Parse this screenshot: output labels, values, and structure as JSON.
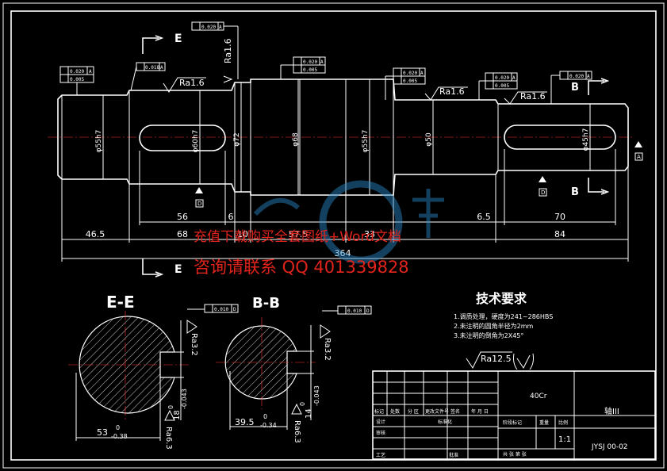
{
  "drawing": {
    "section_E_label": "E",
    "section_B_label": "B",
    "section_EE_title": "E-E",
    "section_BB_title": "B-B",
    "datum_A": "A",
    "datum_D": "D",
    "datum_B": "B"
  },
  "dimensions": {
    "d55h7_left": "φ55h7",
    "d60h7": "φ60h7",
    "d72": "φ72",
    "d68": "φ68",
    "d55h7_mid": "φ55h7",
    "d50": "φ50",
    "d45h7": "φ45h7",
    "len_56": "56",
    "len_6a": "6",
    "len_46_5": "46.5",
    "len_68": "68",
    "len_10": "10",
    "len_57_5": "57.5",
    "len_33": "33",
    "len_6_5": "6.5",
    "len_70": "70",
    "len_84": "84",
    "len_364": "364"
  },
  "tolerances": {
    "runout_1": "0.020",
    "runout_1_datum": "A",
    "cyl_1": "0.005",
    "runout_2": "0.018",
    "runout_2_datum": "A",
    "runout_top": "0.020",
    "runout_top_datum": "A",
    "runout_mid": "0.020",
    "runout_mid_datum": "A",
    "cyl_mid": "0.005",
    "runout_r": "0.020",
    "runout_r_datum": "A",
    "cyl_r": "0.005",
    "runout_rr": "0.020",
    "runout_rr_datum": "A",
    "cyl_rr": "0.005",
    "runout_far": "0.020",
    "runout_far_datum": "A",
    "sym_E": "0.010",
    "sym_E_datum": "D",
    "sym_B": "0.010",
    "sym_B_datum": "D"
  },
  "roughness": {
    "ra16_a": "Ra1.6",
    "ra16_b": "Ra1.6",
    "ra16_c": "Ra1.6",
    "ra16_d": "Ra1.6",
    "ra32_e": "Ra3.2",
    "ra63_e": "Ra6.3",
    "ra32_b": "Ra3.2",
    "ra63_b": "Ra6.3",
    "general": "Ra12.5"
  },
  "section_dims": {
    "ee_width": "53",
    "ee_width_up": "0",
    "ee_width_low": "-0.38",
    "ee_key": "18",
    "ee_key_up": "0",
    "ee_key_low": "-0.043",
    "bb_width": "39.5",
    "bb_width_up": "0",
    "bb_width_low": "-0.34",
    "bb_key": "14",
    "bb_key_up": "0",
    "bb_key_low": "-0.043"
  },
  "notes": {
    "heading": "技术要求",
    "line1": "1.调质处理，硬度为241~286HBS",
    "line2": "2.未注明的圆角半径为2mm",
    "line3": "3.未注明的倒角为2X45°"
  },
  "title_block": {
    "material": "40Cr",
    "part_name": "轴III",
    "drawing_no": "JYSJ 00-02",
    "scale": "1:1",
    "h_mark": "标记",
    "h_count": "处数",
    "h_zone": "分 区",
    "h_doc": "更改文件号",
    "h_sign": "签名",
    "h_date": "年 月 日",
    "r_design": "设计",
    "r_std": "标准化",
    "r_check": "审核",
    "r_proc": "工艺",
    "r_approve": "批准",
    "stage": "阶段标记",
    "weight": "重量",
    "ratio": "比例",
    "sheet": "共 张 第 张"
  },
  "watermark": {
    "line1": "充值下载购买全套图纸+Word文档",
    "line2": "咨询请联系  QQ 401339828"
  },
  "colors": {
    "background": "#000000",
    "lines": "#ffffff",
    "centerline": "#ff3333",
    "watermark": "#e0241c",
    "logo": "#2a8fd0"
  }
}
